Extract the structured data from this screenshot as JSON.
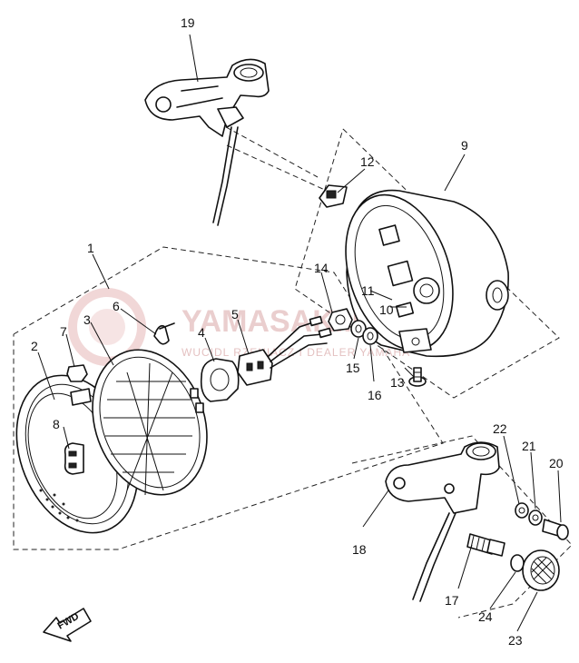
{
  "watermark": {
    "brand": "YAMASAKI.PL",
    "tagline": "WUCIDL RZENIACZ I DEALER YAMAHA"
  },
  "fwd_arrow_label": "FWD",
  "parts": [
    {
      "id": "1",
      "label": "1"
    },
    {
      "id": "2",
      "label": "2"
    },
    {
      "id": "3",
      "label": "3"
    },
    {
      "id": "4",
      "label": "4"
    },
    {
      "id": "5",
      "label": "5"
    },
    {
      "id": "6",
      "label": "6"
    },
    {
      "id": "7",
      "label": "7"
    },
    {
      "id": "8",
      "label": "8"
    },
    {
      "id": "9",
      "label": "9"
    },
    {
      "id": "10",
      "label": "10"
    },
    {
      "id": "11",
      "label": "11"
    },
    {
      "id": "12",
      "label": "12"
    },
    {
      "id": "13",
      "label": "13"
    },
    {
      "id": "14",
      "label": "14"
    },
    {
      "id": "15",
      "label": "15"
    },
    {
      "id": "16",
      "label": "16"
    },
    {
      "id": "17",
      "label": "17"
    },
    {
      "id": "18",
      "label": "18"
    },
    {
      "id": "19",
      "label": "19"
    },
    {
      "id": "20",
      "label": "20"
    },
    {
      "id": "21",
      "label": "21"
    },
    {
      "id": "22",
      "label": "22"
    },
    {
      "id": "23",
      "label": "23"
    },
    {
      "id": "24",
      "label": "24"
    }
  ]
}
